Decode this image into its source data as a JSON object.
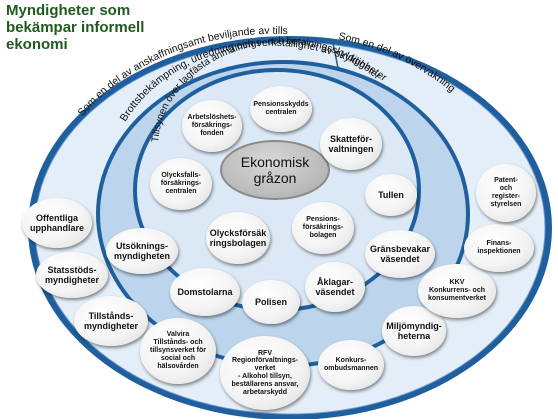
{
  "title": "Myndigheter som bekämpar informell ekonomi",
  "rings": {
    "outer_left": "Som en del av anskaffningsamt beviljande av tillstånd och stöd och tillsyn",
    "outer_right": "Som en del av övervakning",
    "middle": "Brottsbekämpning, utredning och verkställighet av skyldigheter",
    "inner": "Tillsynen över lagfästa anmälnings- och betalningsskyldigheter"
  },
  "center": "Ekonomisk\ngråzon",
  "inner_bubbles": [
    "Arbetslöshets-\nförsäkrings-\nfonden",
    "Pensionsskydds\ncentralen",
    "Skatteför-\nvaltningen",
    "Olycksfalls-\nförsäkrings-\ncentralen",
    "Olycksförsäk\nringsbolagen",
    "Pensions-\nförsäkrings-\nbolagen"
  ],
  "middle_bubbles": [
    "Tullen",
    "Gränsbevakar\nväsendet",
    "Åklagar-\nväsendet",
    "Polisen",
    "Domstolarna",
    "Utsöknings-\nmyndigheten"
  ],
  "outer_bubbles": [
    "Offentliga\nupphandlare",
    "Statsstöds-\nmyndigheter",
    "Tillstånds-\nmyndigheter",
    "Valvira\nTillstånds- och\ntillsynsverket för\nsocial och\nhälsovården",
    "RFV\nRegionförvaltnings-\nverket\n- Alkohol tillsyn,\nbeställarens ansvar,\narbetarskydd",
    "Konkurs-\nombudsmannen",
    "Miljömyndig-\nheterna",
    "KKV\nKonkurrens- och\nkonsumentverket",
    "Finans-\ninspektionen",
    "Patent-\noch\nregister-\nstyrelsen"
  ]
}
